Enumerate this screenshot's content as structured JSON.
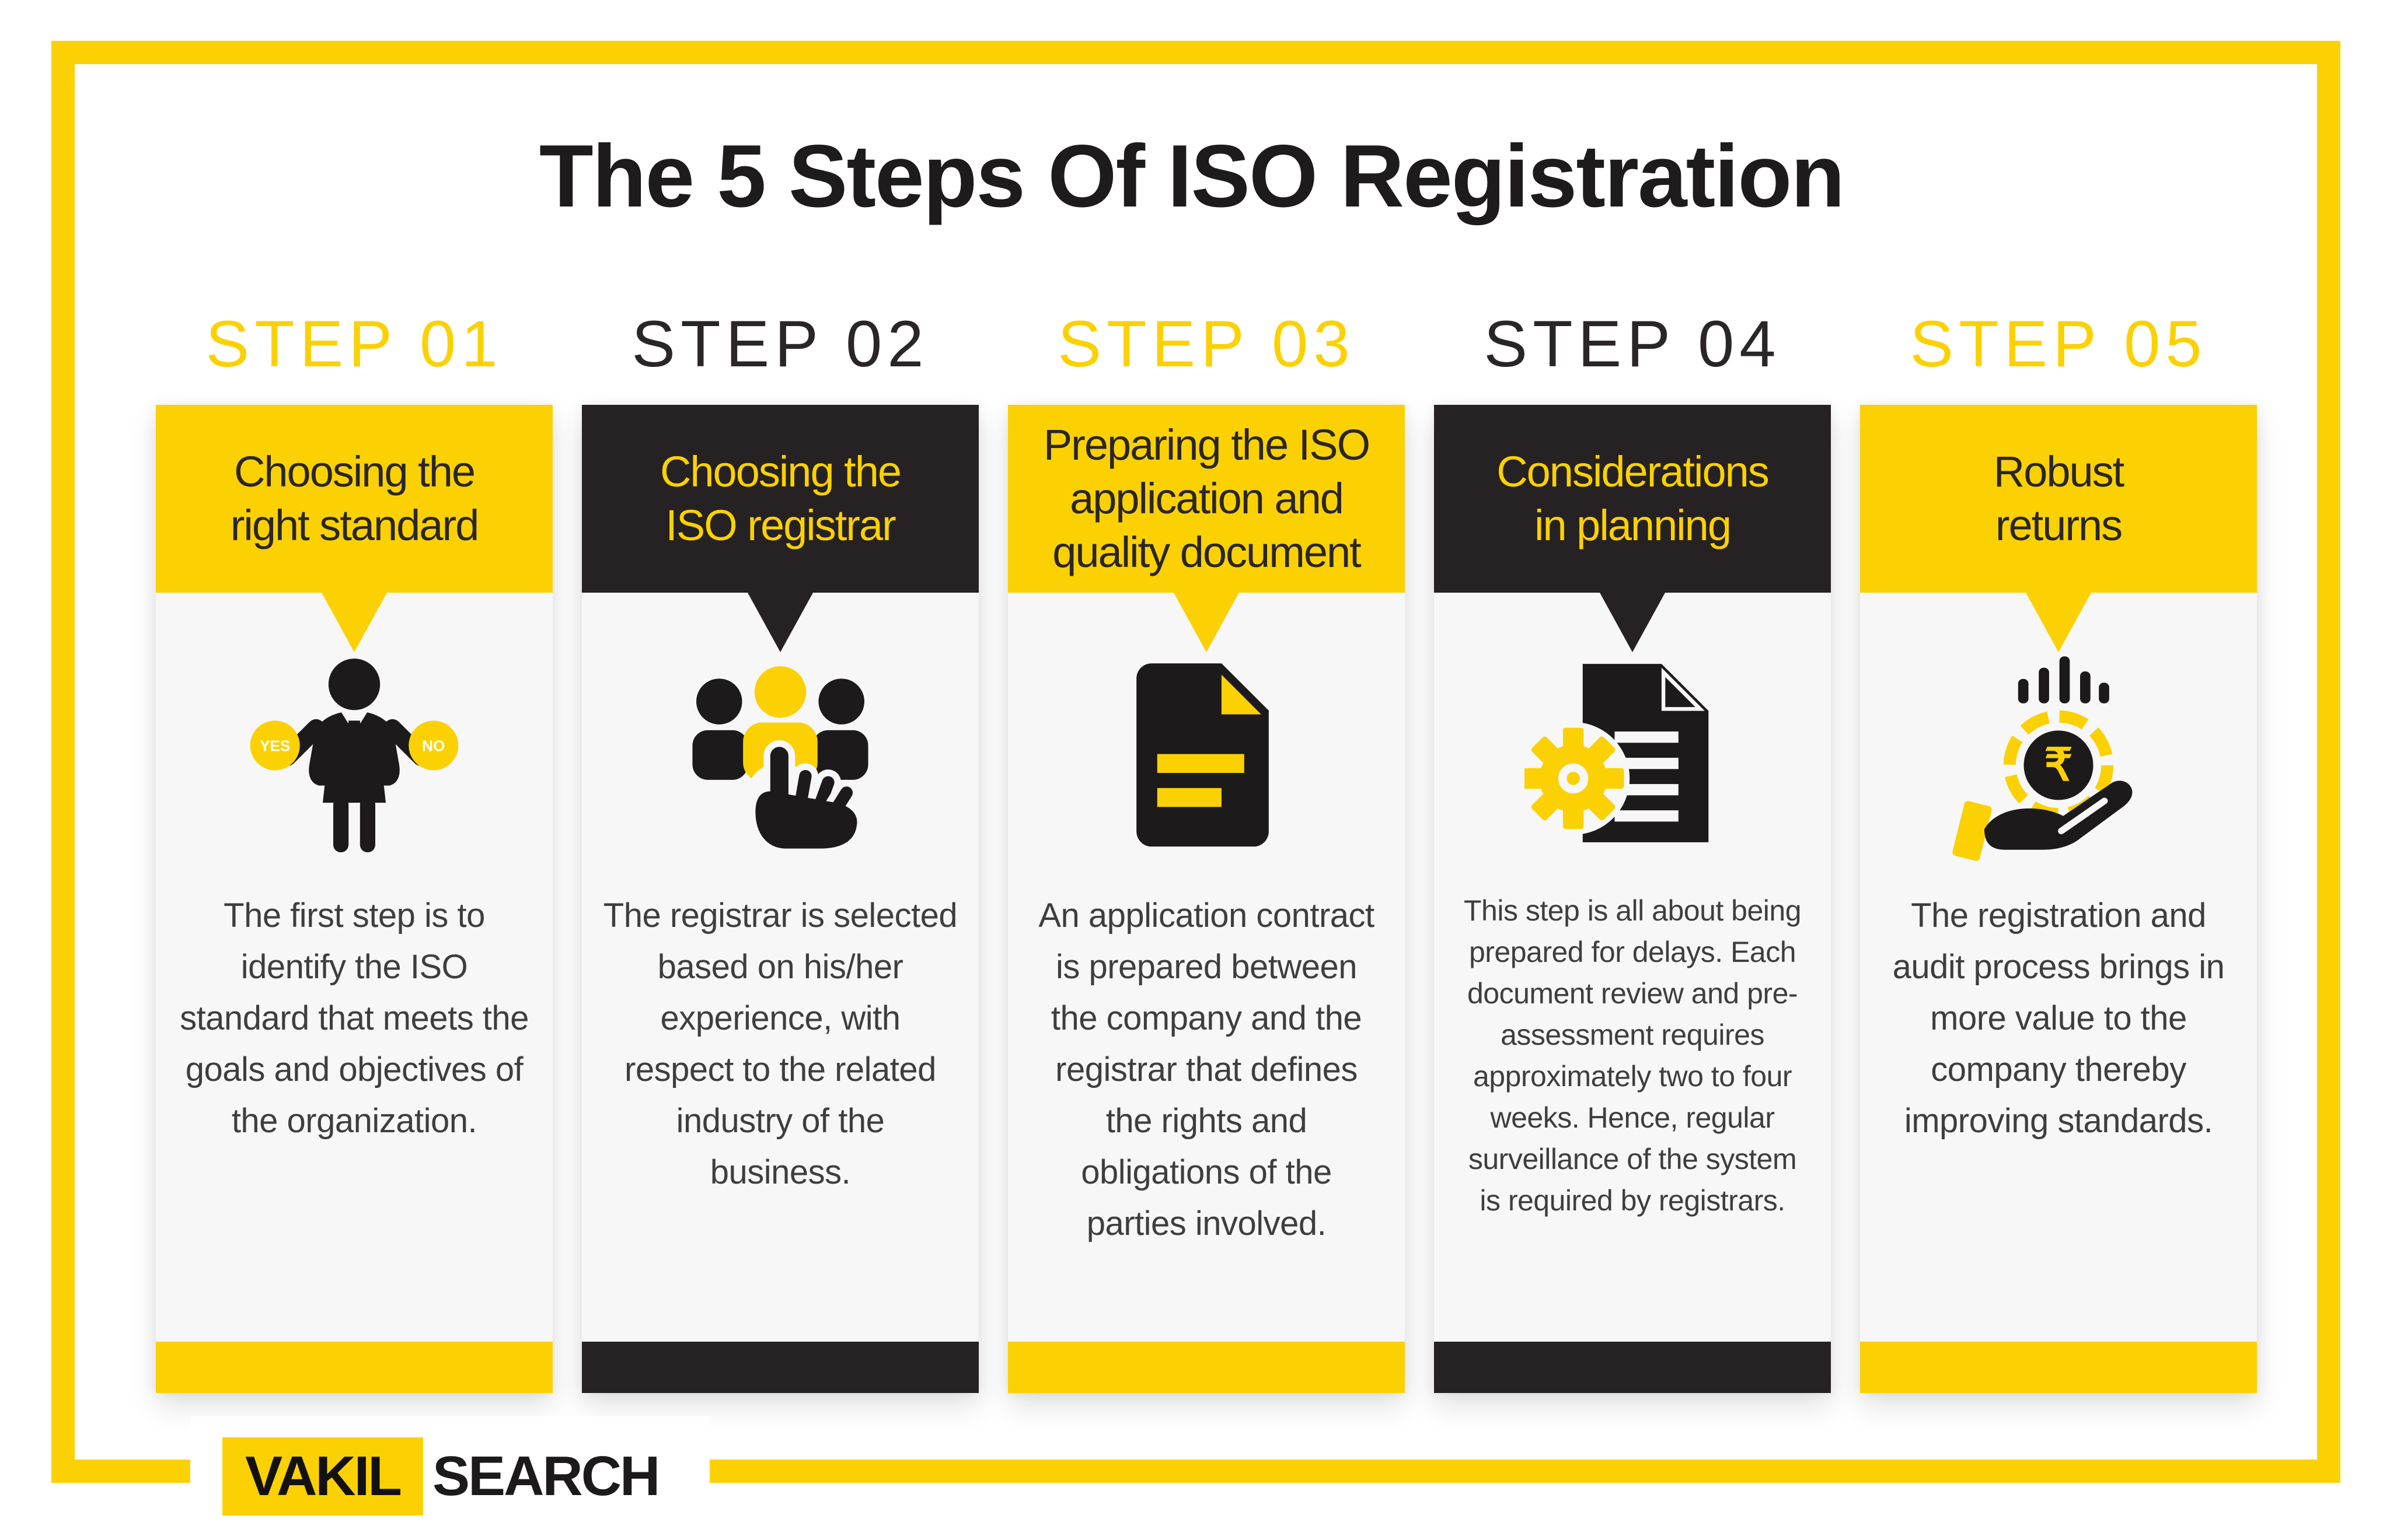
{
  "title": "The 5 Steps Of ISO Registration",
  "colors": {
    "yellow": "#FBD104",
    "dark": "#262223",
    "card_background": "#F7F7F7",
    "body_text": "#3E3E3E"
  },
  "steps": [
    {
      "label": "STEP 01",
      "theme": "yellow",
      "title": "Choosing the right standard",
      "title_lines": [
        "Choosing the",
        "right standard"
      ],
      "icon": "businessman-choice-icon",
      "badges": {
        "yes": "YES",
        "no": "NO"
      },
      "body": "The first step is to identify the ISO standard that meets the goals and objectives of the organization."
    },
    {
      "label": "STEP 02",
      "theme": "dark",
      "title": "Choosing the ISO registrar",
      "title_lines": [
        "Choosing the",
        "ISO registrar"
      ],
      "icon": "team-selection-icon",
      "body": "The registrar is selected based on his/her experience, with respect to the related industry of the business."
    },
    {
      "label": "STEP 03",
      "theme": "yellow",
      "title": "Preparing the ISO application and quality document",
      "title_lines": [
        "Preparing the ISO",
        "application and",
        "quality document"
      ],
      "icon": "application-document-icon",
      "body": "An application contract is prepared between the company and the registrar that defines the rights and obligations of the parties involved."
    },
    {
      "label": "STEP 04",
      "theme": "dark",
      "title": "Considerations in planning",
      "title_lines": [
        "Considerations",
        "in planning"
      ],
      "icon": "gear-document-icon",
      "body": "This step is all about being prepared for delays. Each document review and pre-assessment requires approximately two to four weeks. Hence, regular surveillance of the system is required by registrars."
    },
    {
      "label": "STEP 05",
      "theme": "yellow",
      "title": "Robust returns",
      "title_lines": [
        "Robust",
        "returns"
      ],
      "icon": "rupee-hand-icon",
      "coin_symbol": "₹",
      "body": "The registration and audit process brings in more value to the company thereby improving standards."
    }
  ],
  "logo": {
    "vakil": "VAKIL",
    "search": "SEARCH"
  }
}
